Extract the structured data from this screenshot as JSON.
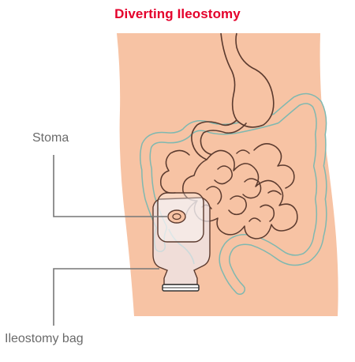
{
  "title": "Diverting Ileostomy",
  "labels": {
    "stoma": "Stoma",
    "bag": "Ileostomy bag"
  },
  "colors": {
    "title": "#e4002b",
    "skin": "#f7c3a4",
    "outline": "#6b4436",
    "colon": "#7fb8b0",
    "bag": "#ece8ee",
    "leader_line": "#777777"
  }
}
